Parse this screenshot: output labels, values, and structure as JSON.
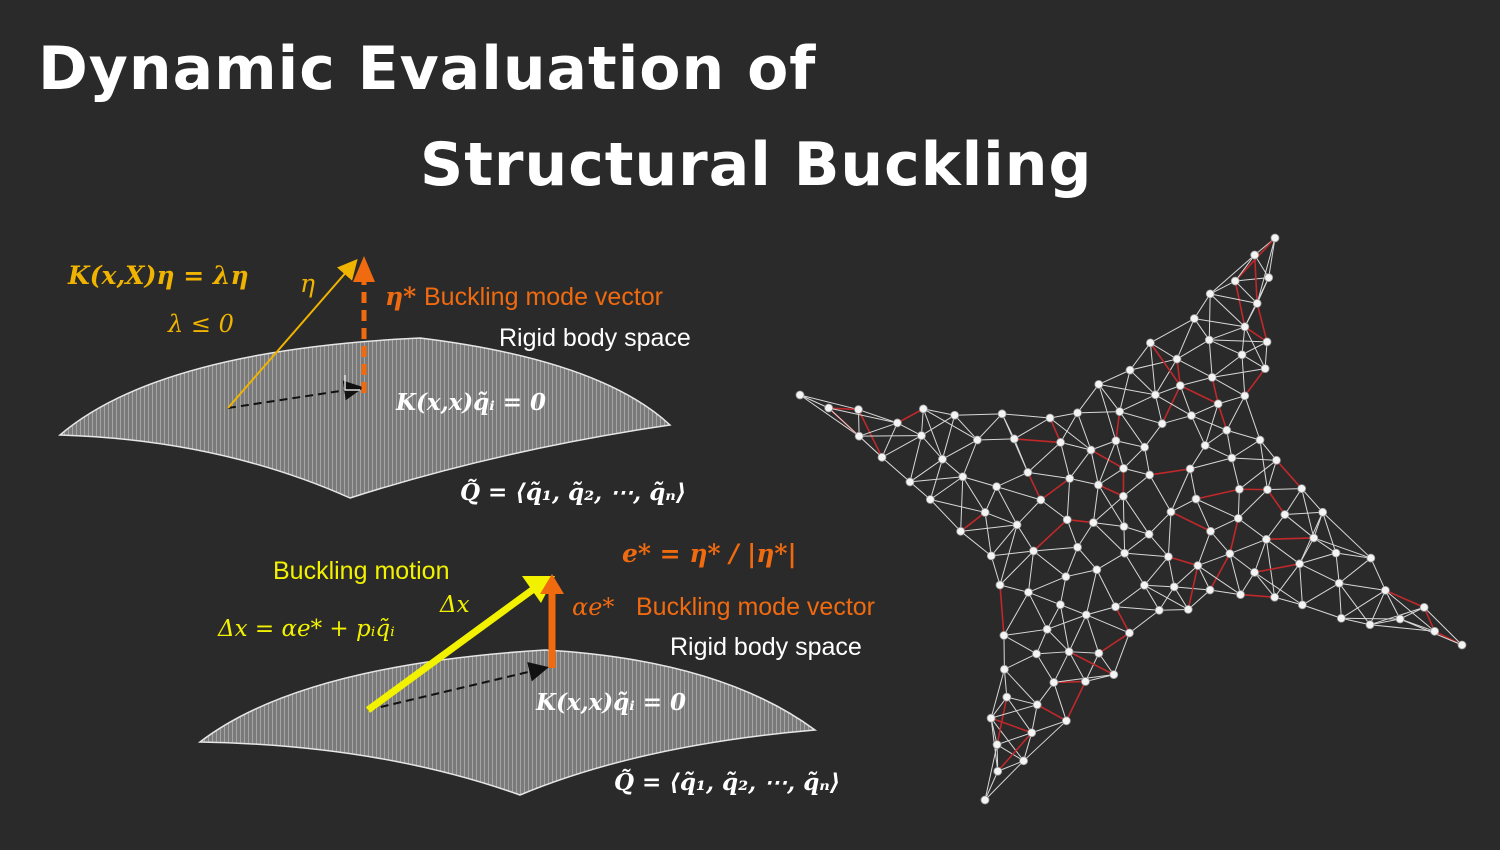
{
  "title": {
    "line1": "Dynamic Evaluation of",
    "line2": "Structural Buckling"
  },
  "colors": {
    "background": "#2a2a2a",
    "yellow_gold": "#f0b400",
    "yellow": "#f2f200",
    "orange": "#f06a10",
    "white": "#ffffff",
    "mesh_edge": "#d8d8d8",
    "mesh_edge_red": "#c0282a"
  },
  "diagram_top": {
    "eq_eigen": "K(x,X)η = λη",
    "eq_lambda": "λ ≤ 0",
    "eta": "η",
    "eta_star": "η*",
    "label_mode": "Buckling mode vector",
    "label_rigid": "Rigid body space",
    "eq_null": "K(x,x)q̃ᵢ = 0",
    "eq_Q": "Q̃ = ⟨q̃₁, q̃₂, ⋯, q̃ₙ⟩"
  },
  "diagram_bottom": {
    "label_motion": "Buckling motion",
    "eq_dx": "Δx = αe* + pᵢq̃ᵢ",
    "dx": "Δx",
    "eq_e": "e* = η* / |η*|",
    "alpha_e": "αe*",
    "label_mode": "Buckling mode vector",
    "label_rigid": "Rigid body space",
    "eq_null": "K(x,x)q̃ᵢ = 0",
    "eq_Q": "Q̃ = ⟨q̃₁, q̃₂, ⋯, q̃ₙ⟩"
  },
  "mesh": {
    "icon": "four-pointed-star-truss-mesh"
  }
}
